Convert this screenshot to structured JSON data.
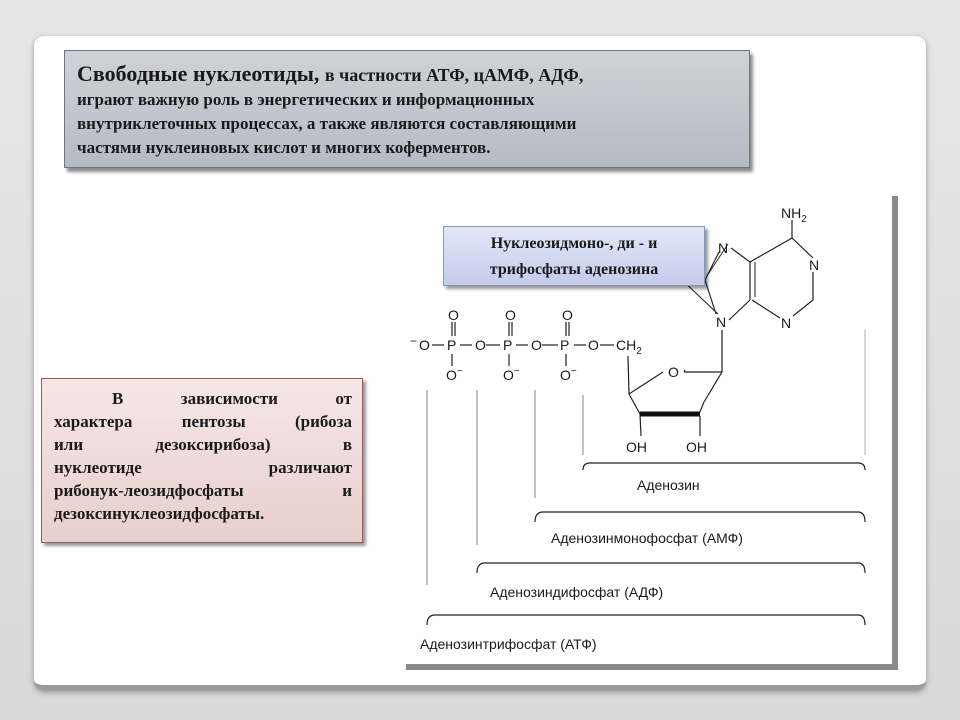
{
  "title_box": {
    "lead": "Свободные нуклеотиды,",
    "lead_rest": "в частности АТФ, цАМФ, АДФ,",
    "line2": "играют важную роль в энергетических и информационных",
    "line3": "внутриклеточных процессах, а также являются составляющими",
    "line4": "частями нуклеиновых кислот и многих коферментов."
  },
  "label_box": {
    "line1": "Нуклеозидмоно-, ди - и",
    "line2": "трифосфаты аденозина"
  },
  "pentose_box": {
    "l1a": "В",
    "l1b": "зависимости",
    "l1c": "от",
    "l2a": "характера",
    "l2b": "пентозы",
    "l2c": "(рибоза",
    "l3a": "или",
    "l3b": "дезоксирибоза)",
    "l3c": "в",
    "l4a": "нуклеотиде",
    "l4b": "различают",
    "l5a": "рибонук-леозидфосфаты",
    "l5b": "и",
    "l6": "дезоксинуклеозидфосфаты."
  },
  "diagram": {
    "nh2": "NH",
    "nh2_sub": "2",
    "n": "N",
    "o": "O",
    "p": "P",
    "minus": "−",
    "ch2": "CH",
    "ch2_sub": "2",
    "oh": "OH",
    "adenosine": "Аденозин",
    "amp": "Аденозинмонофосфат (АМФ)",
    "adp": "Аденозиндифосфат (АДФ)",
    "atp": "Аденозинтрифосфат (АТФ)"
  }
}
